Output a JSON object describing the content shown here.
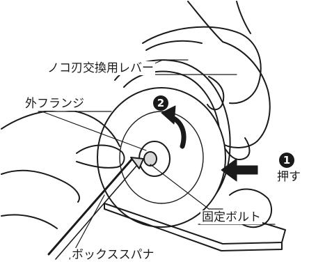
{
  "labels": {
    "lever": "ノコ刃交換用レバー",
    "outer_flange": "外フランジ",
    "fixing_bolt": "固定ボルト",
    "box_wrench": "ボックススパナ",
    "push": "押す"
  },
  "callouts": {
    "step1": "1",
    "step2": "2"
  },
  "colors": {
    "line": "#1a1a1a",
    "fill": "#ffffff",
    "shade": "#d8d8d8",
    "arrow": "#1a1a1a"
  }
}
